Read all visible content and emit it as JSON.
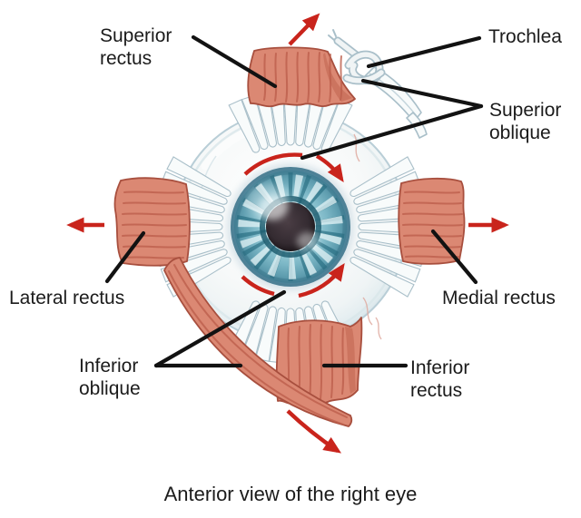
{
  "figure": {
    "caption": "Anterior view of the right eye",
    "labels": {
      "superior_rectus": "Superior rectus",
      "trochlea": "Trochlea",
      "superior_oblique": "Superior oblique",
      "lateral_rectus": "Lateral rectus",
      "medial_rectus": "Medial rectus",
      "inferior_oblique": "Inferior oblique",
      "inferior_rectus": "Inferior rectus"
    },
    "colors": {
      "arrow_red": "#c9241c",
      "leader_line": "#121212",
      "text": "#1b1b1b",
      "muscle": "#db8873",
      "muscle_shade": "#bd5f4c",
      "muscle_outline": "#a84f3e",
      "tendon": "#f8fbfb",
      "tendon_outline": "#a9bfc9",
      "sclera": "#f3f6f7",
      "sclera_edge": "#c7d9e0",
      "iris_light": "#cfeaf0",
      "iris_mid": "#7db8c7",
      "iris_dark": "#2c7387",
      "pupil": "#342b31"
    }
  }
}
